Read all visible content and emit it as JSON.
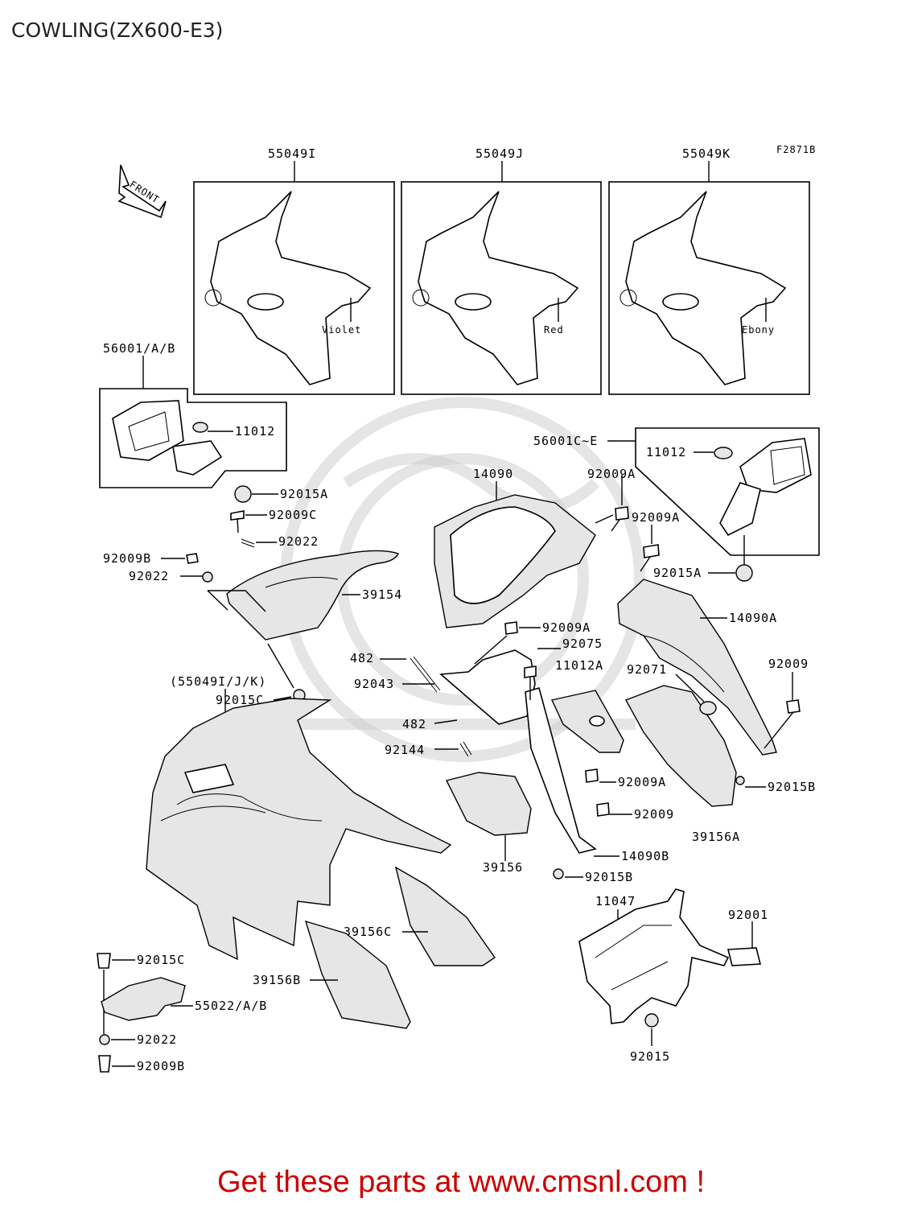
{
  "title": "COWLING(ZX600-E3)",
  "figure_code": "F2871B",
  "front_label": "FRONT",
  "colors": {
    "footer": "#cc0000",
    "watermark": "#cfcfcf"
  },
  "variants": [
    {
      "part": "55049I",
      "color": "Violet"
    },
    {
      "part": "55049J",
      "color": "Red"
    },
    {
      "part": "55049K",
      "color": "Ebony"
    }
  ],
  "labels": {
    "l56001ab": "56001/A/B",
    "l11012a": "11012",
    "l92015a_1": "92015A",
    "l92009c": "92009C",
    "l92022a": "92022",
    "l92009b_1": "92009B",
    "l92022b": "92022",
    "l39154": "39154",
    "l92015c_1": "92015C",
    "l14090": "14090",
    "l92009a_1": "92009A",
    "l56001ce": "56001C~E",
    "l11012b": "11012",
    "l92009a_2": "92009A",
    "l92015a_2": "92015A",
    "l14090a": "14090A",
    "l92009a_3": "92009A",
    "l92075": "92075",
    "l482a": "482",
    "l92043": "92043",
    "l11012a2": "11012A",
    "l92071": "92071",
    "l92009_1": "92009",
    "l550ijk": "(55049I/J/K)",
    "l482b": "482",
    "l92144": "92144",
    "l92009a_4": "92009A",
    "l92015b_1": "92015B",
    "l92009_2": "92009",
    "l39156a": "39156A",
    "l14090b": "14090B",
    "l39156": "39156",
    "l92015b_2": "92015B",
    "l11047": "11047",
    "l92001": "92001",
    "l39156c": "39156C",
    "l92015c_2": "92015C",
    "l39156b": "39156B",
    "l55022ab": "55022/A/B",
    "l92022c": "92022",
    "l92009b_2": "92009B",
    "l92015": "92015"
  },
  "footer": "Get these parts at www.cmsnl.com !"
}
